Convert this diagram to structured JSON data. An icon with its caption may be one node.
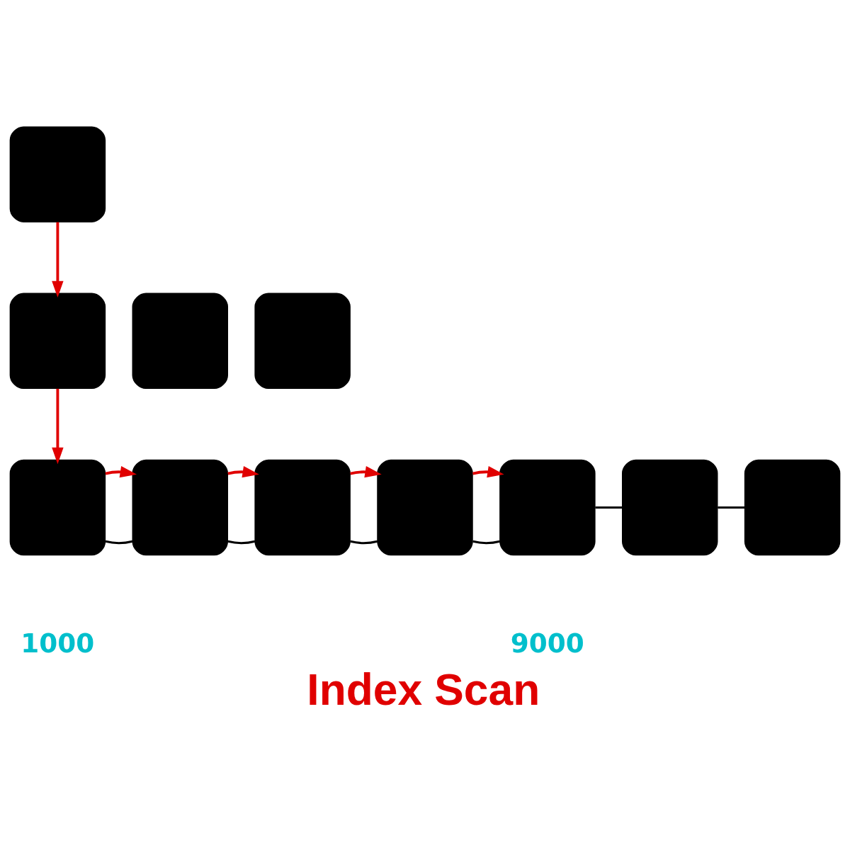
{
  "diagram": {
    "title": "Index Scan",
    "nodes": [
      {
        "text": [],
        "shape": "box"
      },
      {
        "text": [],
        "shape": "box"
      },
      {
        "text": [],
        "shape": "box"
      },
      {
        "text": [],
        "shape": "box"
      },
      {
        "text": [],
        "shape": "box"
      },
      {
        "text": [],
        "shape": "box"
      },
      {
        "text": [],
        "shape": "box"
      },
      {
        "text": [],
        "shape": "box"
      },
      {
        "text": [],
        "shape": "box"
      },
      {
        "text": [],
        "shape": "box"
      },
      {
        "text": [],
        "shape": "box"
      }
    ],
    "edges": [
      {
        "from": 0,
        "to": 1,
        "arrow": "to",
        "color": "#e00000"
      },
      {
        "from": 1,
        "to": 4,
        "arrow": "to",
        "color": "#e00000"
      },
      {
        "from": 4,
        "to": 5,
        "arrow": "none",
        "color": "#000000"
      },
      {
        "from": 5,
        "to": 6,
        "arrow": "none",
        "color": "#000000"
      },
      {
        "from": 6,
        "to": 7,
        "arrow": "none",
        "color": "#000000"
      },
      {
        "from": 7,
        "to": 8,
        "arrow": "none",
        "color": "#000000"
      },
      {
        "from": 8,
        "to": 9,
        "arrow": "none",
        "color": "#000000"
      },
      {
        "from": 9,
        "to": 10,
        "arrow": "none",
        "color": "#000000"
      },
      {
        "from": 4,
        "to": 5,
        "arrow": "to",
        "color": "#e00000"
      },
      {
        "from": 5,
        "to": 6,
        "arrow": "to",
        "color": "#e00000"
      },
      {
        "from": 6,
        "to": 7,
        "arrow": "to",
        "color": "#e00000"
      },
      {
        "from": 7,
        "to": 8,
        "arrow": "to",
        "color": "#e00000"
      }
    ],
    "labels": [
      "1000",
      "9000"
    ]
  }
}
